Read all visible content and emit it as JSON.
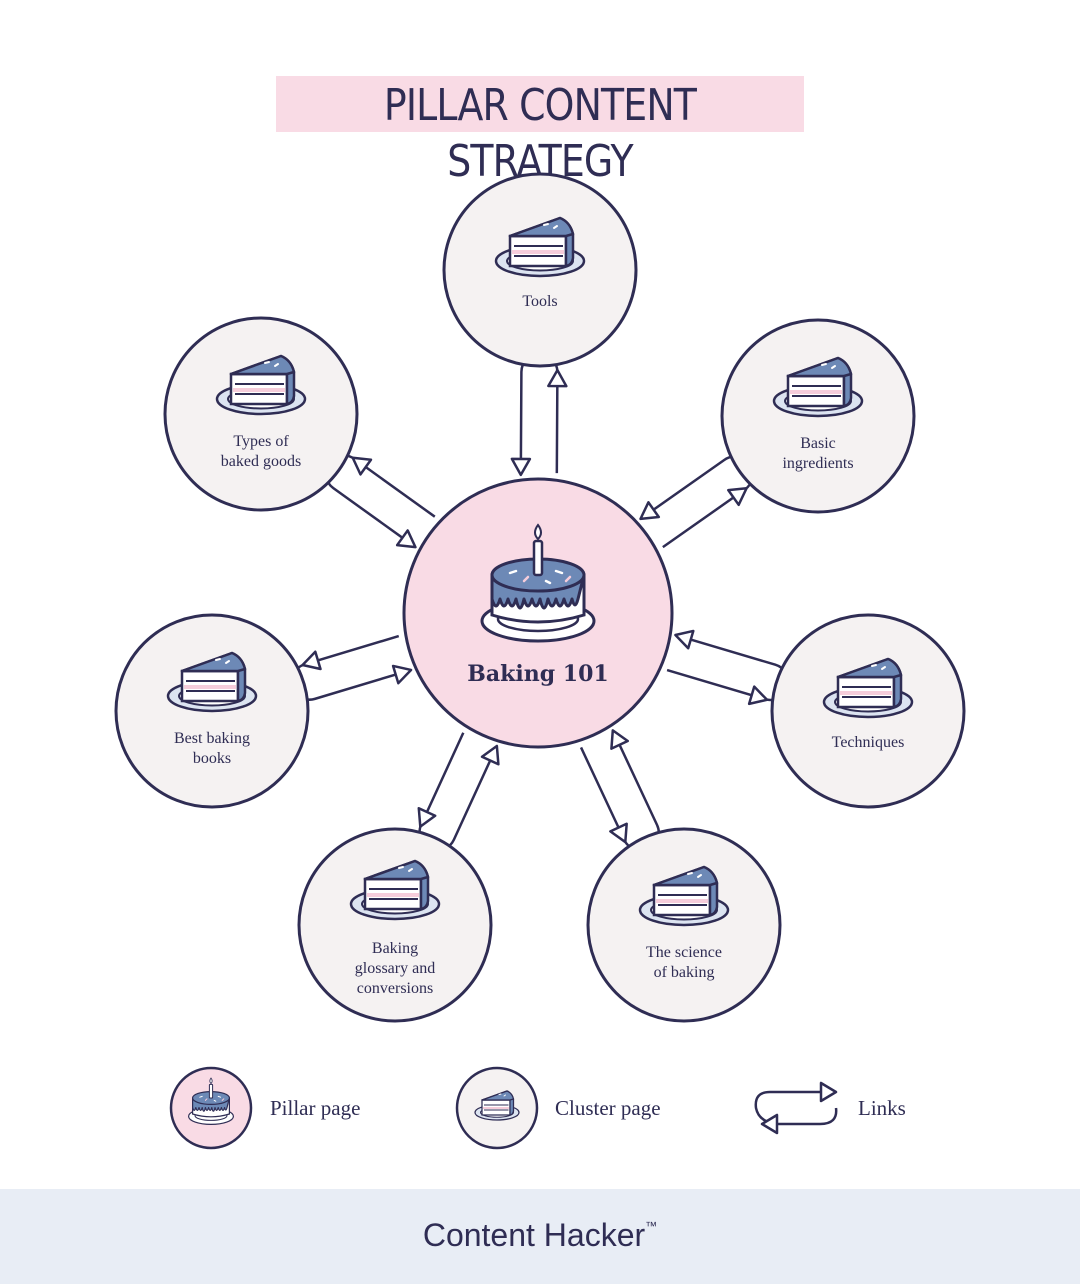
{
  "title": "PILLAR CONTENT STRATEGY",
  "pillar": {
    "label": "Baking 101"
  },
  "clusters": [
    {
      "id": "tools",
      "lines": [
        "Tools"
      ]
    },
    {
      "id": "basic-ingredients",
      "lines": [
        "Basic",
        "ingredients"
      ]
    },
    {
      "id": "techniques",
      "lines": [
        "Techniques"
      ]
    },
    {
      "id": "science-of-baking",
      "lines": [
        "The science",
        "of baking"
      ]
    },
    {
      "id": "glossary",
      "lines": [
        "Baking",
        "glossary and",
        "conversions"
      ]
    },
    {
      "id": "best-baking-books",
      "lines": [
        "Best baking",
        "books"
      ]
    },
    {
      "id": "types-of-baked-goods",
      "lines": [
        "Types of",
        "baked goods"
      ]
    }
  ],
  "legend": {
    "pillar": "Pillar page",
    "cluster": "Cluster page",
    "links": "Links"
  },
  "footer": {
    "brand": "Content Hacker",
    "trademark": "™"
  },
  "colors": {
    "ink": "#2f2d54",
    "pillar_fill": "#f9dbe5",
    "cluster_fill": "#f5f2f2",
    "cake_blue": "#6d89b6",
    "plate": "#dce4f1",
    "cake_pink": "#f6cddb",
    "footer_bg": "#e8edf5"
  }
}
